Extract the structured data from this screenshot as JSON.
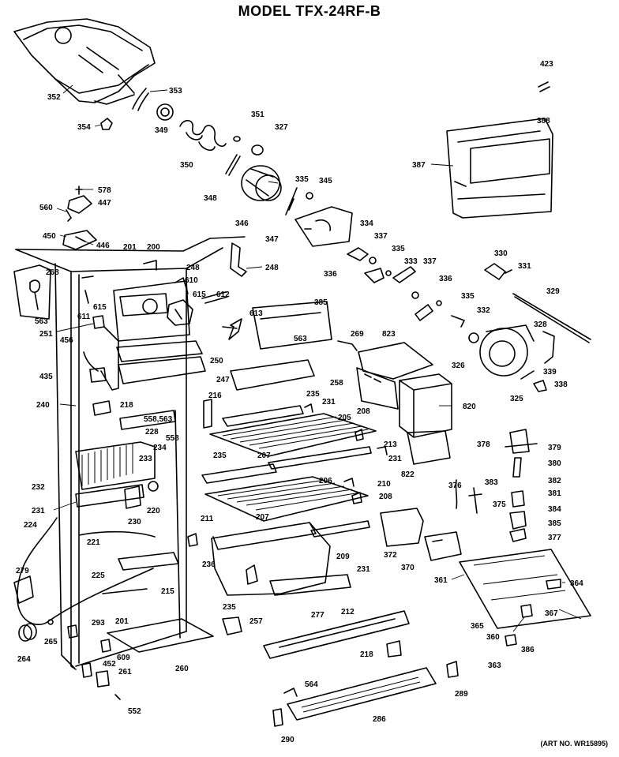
{
  "title": "MODEL TFX-24RF-B",
  "art_no": "(ART NO. WR15895)",
  "parts": {
    "p352": "352",
    "p353": "353",
    "p354": "354",
    "p349": "349",
    "p351": "351",
    "p327": "327",
    "p350": "350",
    "p348": "348",
    "p335a": "335",
    "p345": "345",
    "p346": "346",
    "p347": "347",
    "p423": "423",
    "p388": "388",
    "p387": "387",
    "p578": "578",
    "p447": "447",
    "p560": "560",
    "p450": "450",
    "p446": "446",
    "p201a": "201",
    "p200": "200",
    "p248a": "248",
    "p248b": "248",
    "p268": "268",
    "p610": "610",
    "p615a": "615",
    "p615b": "615",
    "p612": "612",
    "p611": "611",
    "p563a": "563",
    "p251": "251",
    "p613": "613",
    "p385": "385",
    "p563b": "563",
    "p456": "456",
    "p250": "250",
    "p435": "435",
    "p247": "247",
    "p258": "258",
    "p269": "269",
    "p823": "823",
    "p334": "334",
    "p337a": "337",
    "p335b": "335",
    "p333": "333",
    "p337b": "337",
    "p336a": "336",
    "p336b": "336",
    "p335c": "335",
    "p330": "330",
    "p331": "331",
    "p329": "329",
    "p332": "332",
    "p328": "328",
    "p326": "326",
    "p325": "325",
    "p339": "339",
    "p338": "338",
    "p216": "216",
    "p235a": "235",
    "p231a": "231",
    "p208a": "208",
    "p205": "205",
    "p820": "820",
    "p240": "240",
    "p218": "218",
    "p558_563": "558,563",
    "p228": "228",
    "p558": "558",
    "p234": "234",
    "p233": "233",
    "p232": "232",
    "p231b": "231",
    "p224": "224",
    "p230": "230",
    "p220": "220",
    "p235b": "235",
    "p207a": "207",
    "p213": "213",
    "p231c": "231",
    "p822": "822",
    "p206": "206",
    "p210": "210",
    "p208b": "208",
    "p378a": "378",
    "p379": "379",
    "p380": "380",
    "p376": "376",
    "p383": "383",
    "p382": "382",
    "p375": "375",
    "p381": "381",
    "p384": "384",
    "p385b": "385",
    "p377": "377",
    "p211": "211",
    "p207b": "207",
    "p221": "221",
    "p236": "236",
    "p279": "279",
    "p225": "225",
    "p215": "215",
    "p209": "209",
    "p231d": "231",
    "p372": "372",
    "p370": "370",
    "p361": "361",
    "p364": "364",
    "p235c": "235",
    "p212": "212",
    "p201b": "201",
    "p293": "293",
    "p265": "265",
    "p257": "257",
    "p264": "264",
    "p277": "277",
    "p365": "365",
    "p367": "367",
    "p360": "360",
    "p386": "386",
    "p609": "609",
    "p452": "452",
    "p261": "261",
    "p260": "260",
    "p218b": "218",
    "p363": "363",
    "p564": "564",
    "p289": "289",
    "p552": "552",
    "p286": "286",
    "p290": "290"
  }
}
